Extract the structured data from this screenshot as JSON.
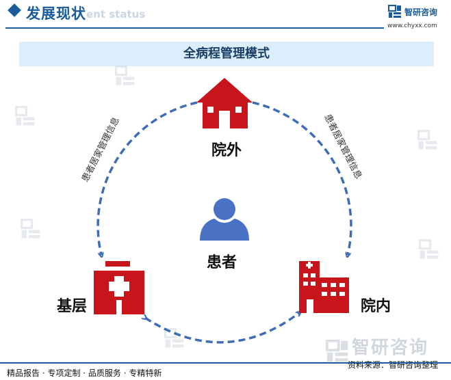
{
  "header": {
    "title": "发展现状",
    "ghost_subtitle": "ent status",
    "accent": "#1a5c9a"
  },
  "brand": {
    "name": "智研咨询",
    "url": "www.chyxx.com"
  },
  "diagram": {
    "title": "全病程管理模式",
    "center_label": "患者",
    "nodes": {
      "top": "院外",
      "left": "基层",
      "right": "院内"
    },
    "arc_labels": {
      "left": "患者居家管理信息",
      "right": "患者居家管理信息"
    },
    "colors": {
      "icon_red": "#c8151c",
      "arrow_blue": "#3d6db5",
      "person_blue": "#4a72c4"
    }
  },
  "footer": {
    "slogan": "精品报告 · 专项定制 · 品质服务 · 专精特新",
    "source": "资料来源：智研咨询整理",
    "watermark": "智研咨询"
  }
}
